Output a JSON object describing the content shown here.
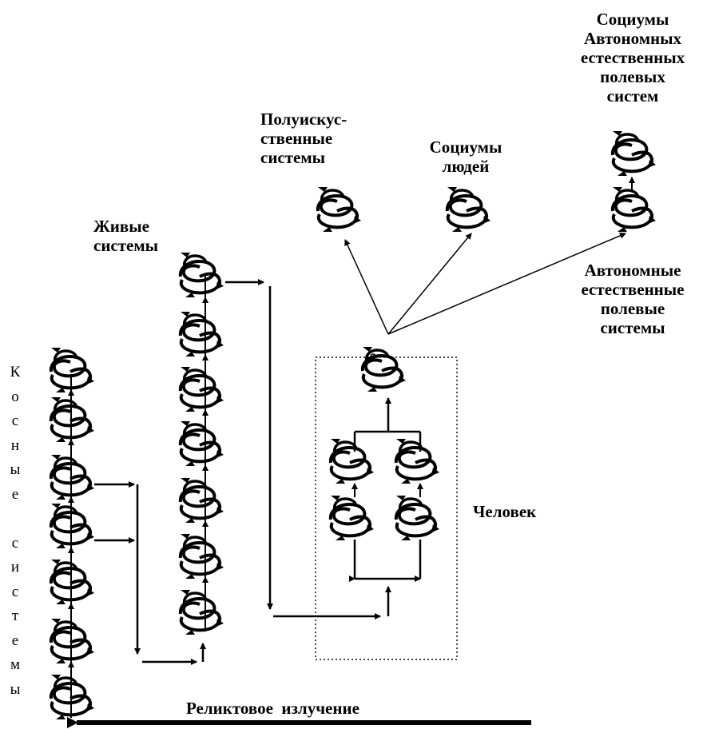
{
  "labels": {
    "zhivye": [
      "Живые",
      "системы"
    ],
    "poluisk": [
      "Полуискус-",
      "ственные",
      "системы"
    ],
    "sociumy_lyudey": [
      "Социумы",
      "людей"
    ],
    "sociumy_avt": [
      "Социумы",
      "Автономных",
      "естественных",
      "полевых",
      "систем"
    ],
    "avtonomnye": [
      "Автономные",
      "естественные",
      "полевые",
      "системы"
    ],
    "chelovek": "Человек",
    "reliktovoe": "Реликтовое  излучение",
    "kosnye": [
      "К",
      "о",
      "с",
      "н",
      "ы",
      "е",
      "",
      "с",
      "и",
      "с",
      "т",
      "е",
      "м",
      "ы"
    ]
  }
}
